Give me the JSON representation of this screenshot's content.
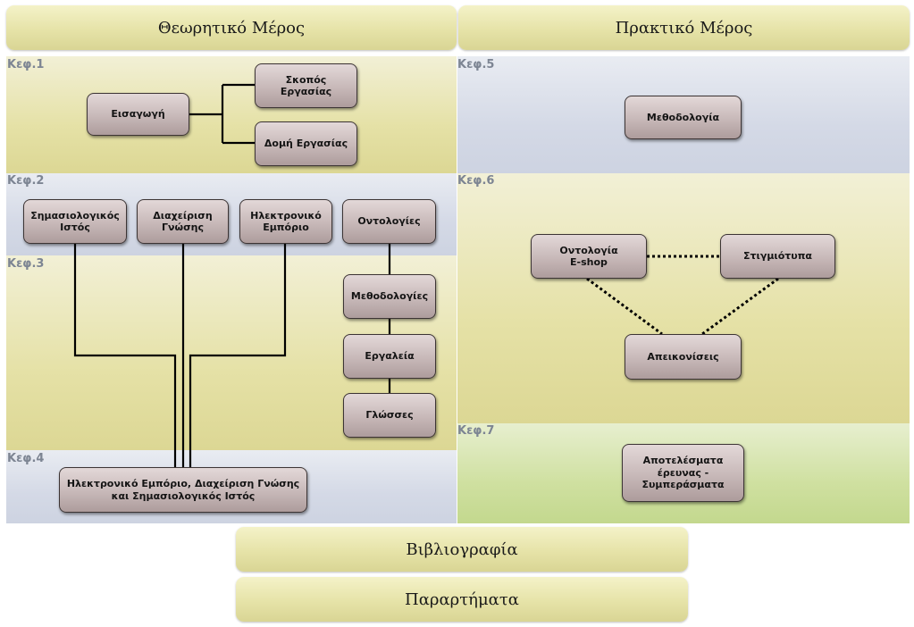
{
  "headers": {
    "theoretical": "Θεωρητικό Μέρος",
    "practical": "Πρακτικό Μέρος",
    "bibliography": "Βιβλιογραφία",
    "appendices": "Παραρτήματα"
  },
  "chapters": {
    "ch1": "Κεφ.1",
    "ch2": "Κεφ.2",
    "ch3": "Κεφ.3",
    "ch4": "Κεφ.4",
    "ch5": "Κεφ.5",
    "ch6": "Κεφ.6",
    "ch7": "Κεφ.7"
  },
  "nodes": {
    "intro": "Εισαγωγή",
    "purpose": "Σκοπός\nΕργασίας",
    "structure": "Δομή Εργασίας",
    "semantic_web": "Σημασιολογικός\nΙστός",
    "knowledge_mgmt": "Διαχείριση\nΓνώσης",
    "ecommerce": "Ηλεκτρονικό\nΕμπόριο",
    "ontologies": "Οντολογίες",
    "methodologies": "Μεθοδολογίες",
    "tools": "Εργαλεία",
    "languages": "Γλώσσες",
    "combined": "Ηλεκτρονικό Εμπόριο, Διαχείριση Γνώσης\nκαι Σημασιολογικός Ιστός",
    "methodology": "Μεθοδολογία",
    "ontology_eshop": "Οντολογία\nE-shop",
    "instances": "Στιγμιότυπα",
    "visualizations": "Απεικονίσεις",
    "results": "Αποτελέσματα\nέρευνας -\nΣυμπεράσματα"
  }
}
